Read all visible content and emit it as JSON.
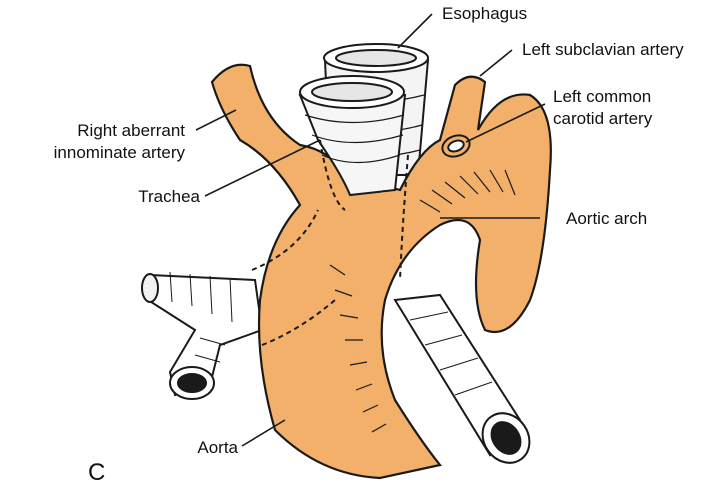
{
  "figure": {
    "panel_letter": "C",
    "labels": {
      "esophagus": "Esophagus",
      "left_subclavian": "Left subclavian artery",
      "left_common_carotid_line1": "Left common",
      "left_common_carotid_line2": "carotid artery",
      "right_aberrant_line1": "Right aberrant",
      "right_aberrant_line2": "innominate artery",
      "trachea": "Trachea",
      "aortic_arch": "Aortic arch",
      "aorta": "Aorta"
    },
    "colors": {
      "vessel_fill": "#F2B06A",
      "outline": "#1a1a1a",
      "tube_fill": "#ffffff",
      "tube_ring": "#dcdcdc"
    }
  }
}
